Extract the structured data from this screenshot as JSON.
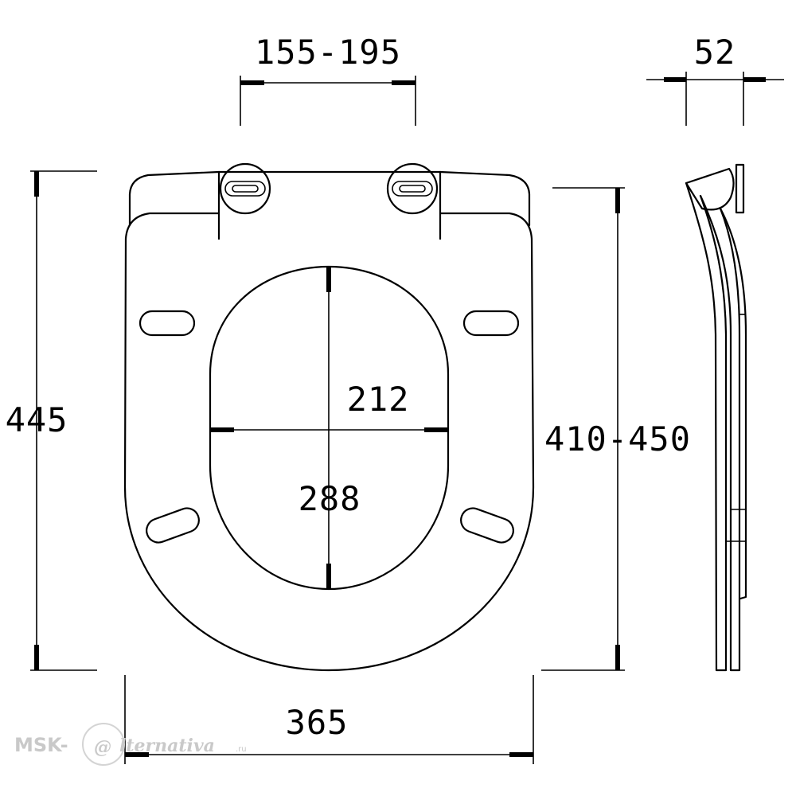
{
  "dimensions": {
    "hinge_spacing": "155-195",
    "depth_side": "52",
    "overall_length": "445",
    "fixing_length": "410-450",
    "opening_width": "212",
    "opening_length": "288",
    "overall_width": "365"
  },
  "watermark": {
    "prefix": "MSK-",
    "at": "@",
    "brand": "lternativa",
    "tld": ".ru"
  },
  "colors": {
    "line": "#000000",
    "background": "#ffffff",
    "watermark": "#c9c9c9"
  }
}
